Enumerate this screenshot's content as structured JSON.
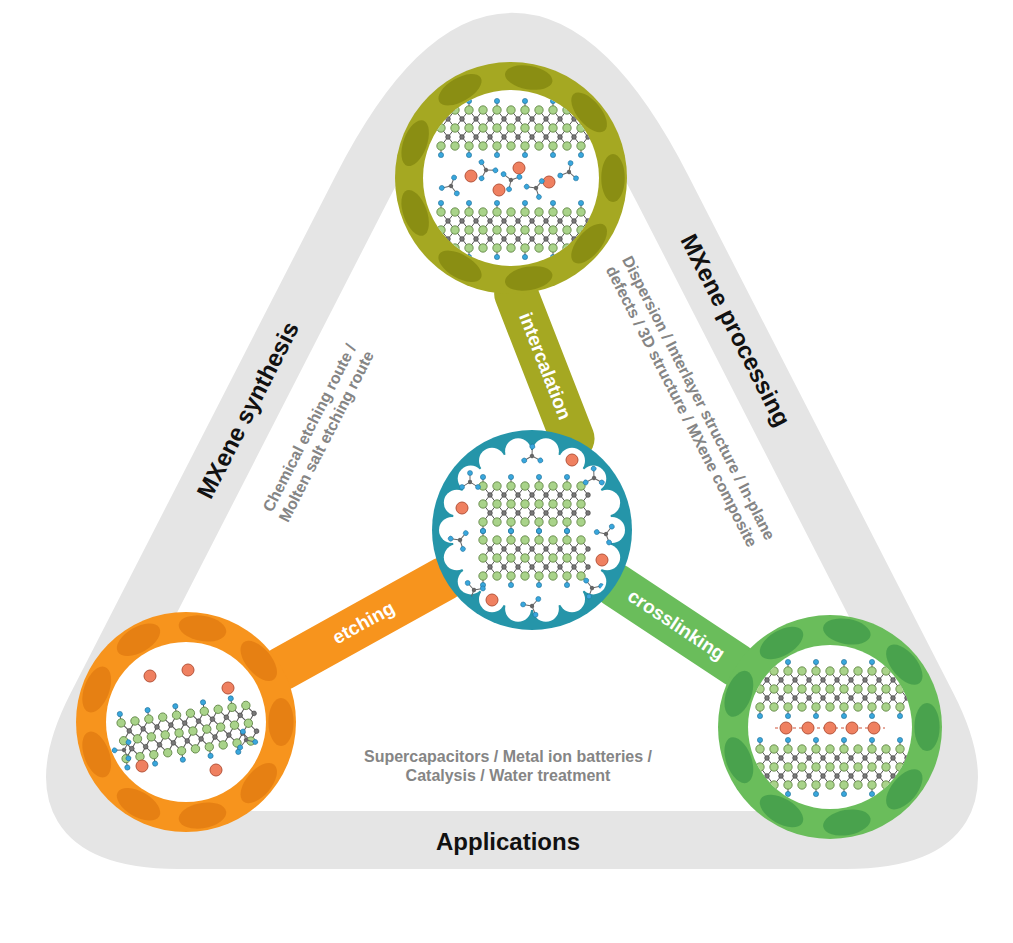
{
  "diagram": {
    "nodes": [
      {
        "text": []
      },
      {
        "text": []
      },
      {
        "text": []
      },
      {
        "text": []
      }
    ],
    "edges": [
      {
        "from": 2,
        "to": 1,
        "label": "etching",
        "arrow": "none"
      },
      {
        "from": 1,
        "to": 0,
        "label": "intercalation",
        "arrow": "none"
      },
      {
        "from": 1,
        "to": 3,
        "label": "crosslinking",
        "arrow": "none"
      }
    ],
    "labels": [
      "MXene synthesis",
      "Chemical etching route / Molten salt etching route",
      "MXene processing",
      "Dispersion / Interlayer structure / In-plane defects / 3D structure / MXene composite",
      "Supercapacitors / Metal ion batteries / Catalysis / Water treatment",
      "Applications"
    ]
  }
}
